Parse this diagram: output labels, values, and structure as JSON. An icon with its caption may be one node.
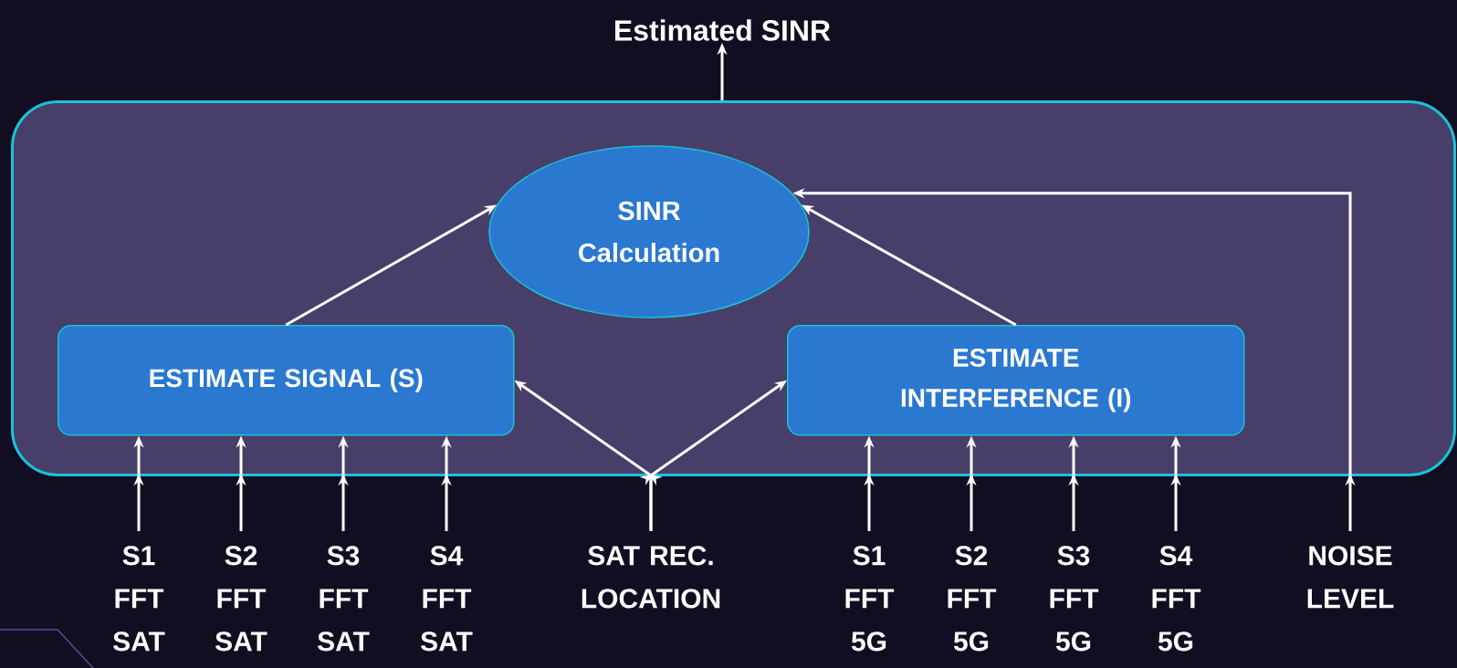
{
  "diagram": {
    "nodes": [
      {
        "text": [],
        "shape": "box"
      },
      {
        "text": [
          "SINR Calculation"
        ],
        "in": 0
      },
      {
        "text": [
          "ESTIMATE SIGNAL (S)"
        ],
        "in": 0
      },
      {
        "text": [
          "ESTIMATE INTERFERENCE (I)"
        ],
        "in": 0
      },
      {
        "text": [
          "Estimated SINR"
        ]
      },
      {
        "text": [
          "S1 FFT SAT"
        ]
      },
      {
        "text": [
          "S2 FFT SAT"
        ]
      },
      {
        "text": [
          "S3 FFT SAT"
        ]
      },
      {
        "text": [
          "S4 FFT SAT"
        ]
      },
      {
        "text": [
          "SAT REC. LOCATION"
        ]
      },
      {
        "text": [
          "S1 FFT 5G"
        ]
      },
      {
        "text": [
          "S2 FFT 5G"
        ]
      },
      {
        "text": [
          "S3 FFT 5G"
        ]
      },
      {
        "text": [
          "S4 FFT 5G"
        ]
      },
      {
        "text": [
          "NOISE LEVEL"
        ]
      }
    ],
    "edges": [
      {
        "from": 0,
        "to": 4,
        "arrow": "to"
      },
      {
        "from": 2,
        "to": 1,
        "arrow": "to"
      },
      {
        "from": 3,
        "to": 1,
        "arrow": "to"
      },
      {
        "from": 5,
        "to": 2,
        "arrow": "to"
      },
      {
        "from": 6,
        "to": 2,
        "arrow": "to"
      },
      {
        "from": 7,
        "to": 2,
        "arrow": "to"
      },
      {
        "from": 8,
        "to": 2,
        "arrow": "to"
      },
      {
        "from": 9,
        "to": 2,
        "arrow": "to"
      },
      {
        "from": 9,
        "to": 3,
        "arrow": "to"
      },
      {
        "from": 10,
        "to": 3,
        "arrow": "to"
      },
      {
        "from": 11,
        "to": 3,
        "arrow": "to"
      },
      {
        "from": 12,
        "to": 3,
        "arrow": "to"
      },
      {
        "from": 13,
        "to": 3,
        "arrow": "to"
      },
      {
        "from": 14,
        "to": 1,
        "arrow": "to"
      }
    ]
  }
}
